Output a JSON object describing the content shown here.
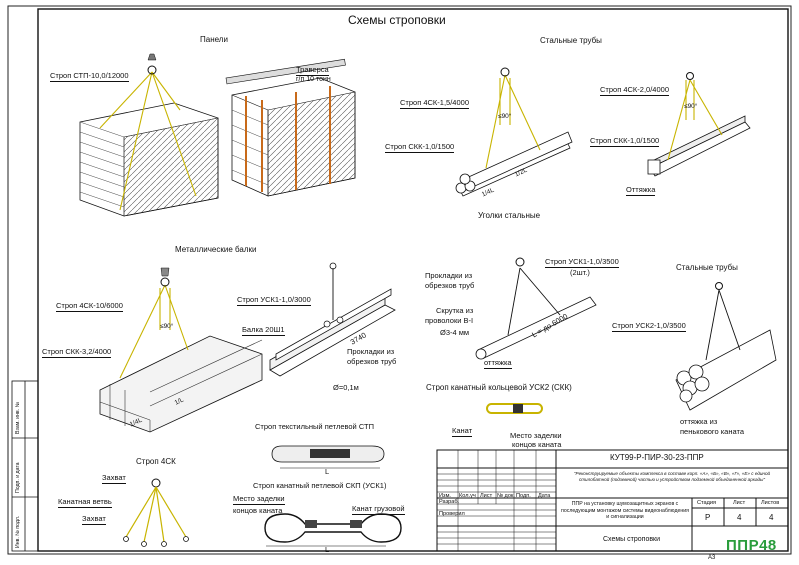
{
  "page": {
    "title": "Схемы строповки",
    "format": "А3"
  },
  "sections": {
    "panels": "Панели",
    "steel_pipes_top": "Стальные трубы",
    "steel_angles": "Уголки стальные",
    "metal_beams": "Металлические балки",
    "steel_pipes_right": "Стальные трубы"
  },
  "labels": {
    "stp": "Строп СТП-10,0/12000",
    "traverse_1": "Траверса",
    "traverse_2": "г/п 10 тонн",
    "pipes_4sk": "Строп 4СК-1,5/4000",
    "pipes_skk": "Строп СКК-1,0/1500",
    "angles_4sk": "Строп 4СК-2,0/4000",
    "angles_skk": "Строп СКК-1,0/1500",
    "angles_tie": "Оттяжка",
    "beams_4sk": "Строп 4СК-10/6000",
    "beams_skk": "Строп СКК-3,2/4000",
    "beam_usk": "Строп УСК1-1,0/3000",
    "beam_name": "Балка 20Ш1",
    "beam_pads_1": "Прокладки из",
    "beam_pads_2": "обрезков труб",
    "beam_d": "Ø=0,1м",
    "pipe_usk_1": "Строп УСК1-1,0/3500",
    "pipe_usk_2": "(2шт.)",
    "pipe_pads_1": "Прокладки из",
    "pipe_pads_2": "обрезков труб",
    "twist_1": "Скрутка из",
    "twist_2": "проволоки В-I",
    "twist_3": "Ø3-4 мм",
    "pipe_tie": "оттяжка",
    "ring_title": "Строп канатный кольцевой УСК2 (СКК)",
    "rope": "Канат",
    "seal_1": "Место заделки",
    "seal_2": "концов каната",
    "usk2": "Строп УСК2-1,0/3500",
    "hemp_1": "оттяжка из",
    "hemp_2": "пенькового каната",
    "textile_title": "Строп текстильный петлевой СТП",
    "skp_title": "Строп канатный петлевой СКП (УСК1)",
    "skp_seal_1": "Место заделки",
    "skp_seal_2": "концов каната",
    "skp_rope": "Канат грузовой",
    "sk4_title": "Строп 4СК",
    "sk4_hook": "Захват",
    "sk4_branch": "Канатная ветвь",
    "sk4_hook2": "Захват",
    "len_L": "L",
    "len_14L": "1/4L",
    "len_12L": "1/2L",
    "len_1L": "1/L",
    "len_l6": "L = до 6000",
    "len_3740": "3740",
    "ang_90": "≤90°"
  },
  "side_stamps": [
    "Взам. инв. №",
    "Подп. и дата",
    "Инв. № подл."
  ],
  "title_block": {
    "code": "КУТ99-Р-ПИР-30-23-ППР",
    "object": "\"Реконструируемые объекты комплекса в составе корп. «А», «Б», «В», «Г», «Е» с единой стилобатной (подземной) частью и устройством подземной объединенной аркады\"",
    "columns": [
      "Изм.",
      "Кол.уч",
      "Лист",
      "№ док.",
      "Подп.",
      "Дата"
    ],
    "roles": [
      "Разраб.",
      "Проверил"
    ],
    "description": "ППР на установку шумозащитных экранов с последующим монтажом системы видеонаблюдения и сигнализации",
    "stage_h": "Стадия",
    "sheet_h": "Лист",
    "sheets_h": "Листов",
    "stage": "Р",
    "sheet": "4",
    "sheets": "4",
    "sheet_name": "Схемы строповки",
    "logo": "ППР48"
  }
}
